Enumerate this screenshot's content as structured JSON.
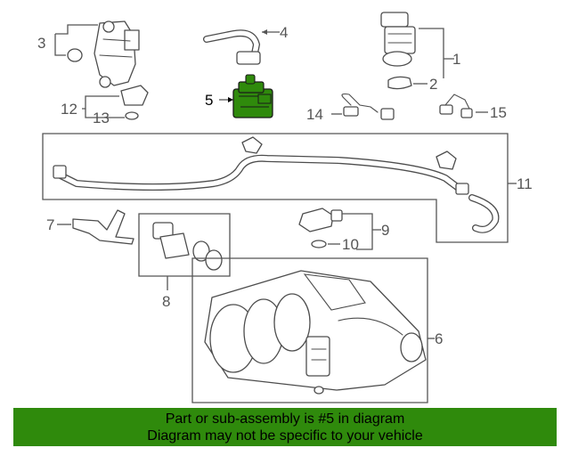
{
  "callouts": {
    "c1": "1",
    "c2": "2",
    "c3": "3",
    "c4": "4",
    "c5": "5",
    "c6": "6",
    "c7": "7",
    "c8": "8",
    "c9": "9",
    "c10": "10",
    "c11": "11",
    "c12": "12",
    "c13": "13",
    "c14": "14",
    "c15": "15"
  },
  "highlight": {
    "part_number": "5",
    "color": "#2f8a0c"
  },
  "banner": {
    "line1": "Part or sub-assembly is #5 in diagram",
    "line2": "Diagram may not be specific to your vehicle",
    "background": "#2f8a0c"
  }
}
